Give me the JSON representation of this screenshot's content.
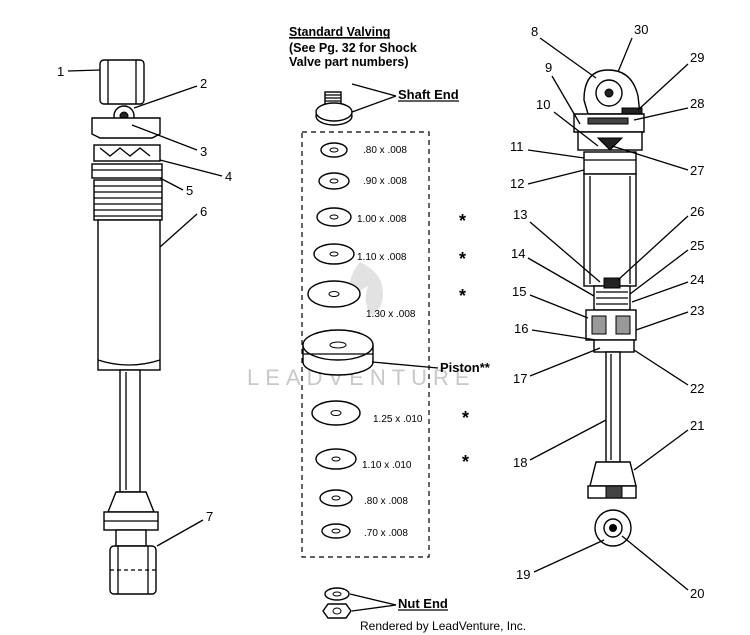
{
  "header": {
    "title_line1": "Standard Valving",
    "title_line2": "(See Pg. 32 for Shock",
    "title_line3": "Valve part numbers)"
  },
  "labels": {
    "shaft_end": "Shaft End",
    "piston": "Piston**",
    "nut_end": "Nut End"
  },
  "shims": [
    {
      "size": ".80 x .008",
      "star": ""
    },
    {
      "size": ".90 x .008",
      "star": ""
    },
    {
      "size": "1.00 x .008",
      "star": "*"
    },
    {
      "size": "1.10 x .008",
      "star": "*"
    },
    {
      "size": "1.30 x .008",
      "star": "*"
    },
    {
      "size": "1.25 x .010",
      "star": "*"
    },
    {
      "size": "1.10 x .010",
      "star": "*"
    },
    {
      "size": ".80 x .008",
      "star": ""
    },
    {
      "size": ".70 x .008",
      "star": ""
    }
  ],
  "left_callouts": [
    "1",
    "2",
    "3",
    "4",
    "5",
    "6",
    "7"
  ],
  "right_callouts": [
    "8",
    "9",
    "10",
    "11",
    "12",
    "13",
    "14",
    "15",
    "16",
    "17",
    "18",
    "19",
    "20",
    "21",
    "22",
    "23",
    "24",
    "25",
    "26",
    "27",
    "28",
    "29",
    "30"
  ],
  "watermark": "LEADVENTURE",
  "credit": "Rendered by LeadVenture, Inc."
}
